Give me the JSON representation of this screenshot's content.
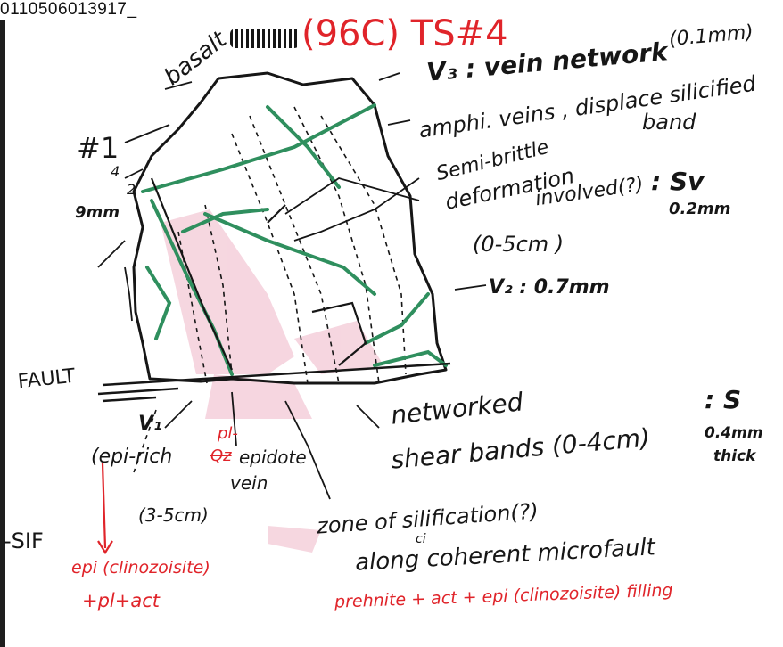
{
  "header": {
    "filename": "0110506013917_",
    "title": "(96C) TS#4"
  },
  "annotations": {
    "basalt": "basalt",
    "sample_number": "#1",
    "dim_4": "4",
    "dim_2": "2",
    "dim_9mm": "9mm",
    "v3": "V₃ : vein network",
    "v3_thickness": "(0.1mm)",
    "amphi_veins": "amphi. veins , displace silicified",
    "band": "band",
    "semi_brittle": "Semi-brittle",
    "deformation": "deformation",
    "involved": "involved(?)",
    "sv": ": Sv",
    "sv_thickness": "0.2mm",
    "sv_width": "(0-5cm )",
    "v2": "V₂ : 0.7mm",
    "fault": "FAULT",
    "v1": "V₁",
    "epi_rich": "(epi-rich",
    "pl": "pl-",
    "qz": "Qz",
    "epidote_vein": "epidote",
    "vein": "vein",
    "v1_width": "(3-5cm)",
    "networked": "networked",
    "shear_bands": "shear bands (0-4cm)",
    "s_label": ": S",
    "s_thickness": "0.4mm",
    "thick": "thick",
    "zone": "zone of silification(?)",
    "ci": "ci",
    "along": "along coherent microfault",
    "sif": "-SIF",
    "epi_cz": "epi (clinozoisite)",
    "pl_act": "+pl+act",
    "prehnite": "prehnite + act + epi (clinozoisite) filling"
  },
  "colors": {
    "ink": "#161616",
    "red_ink": "#e0242a",
    "vein_green": "#2f8f5e",
    "pink_wash": "#f3c9d6"
  }
}
